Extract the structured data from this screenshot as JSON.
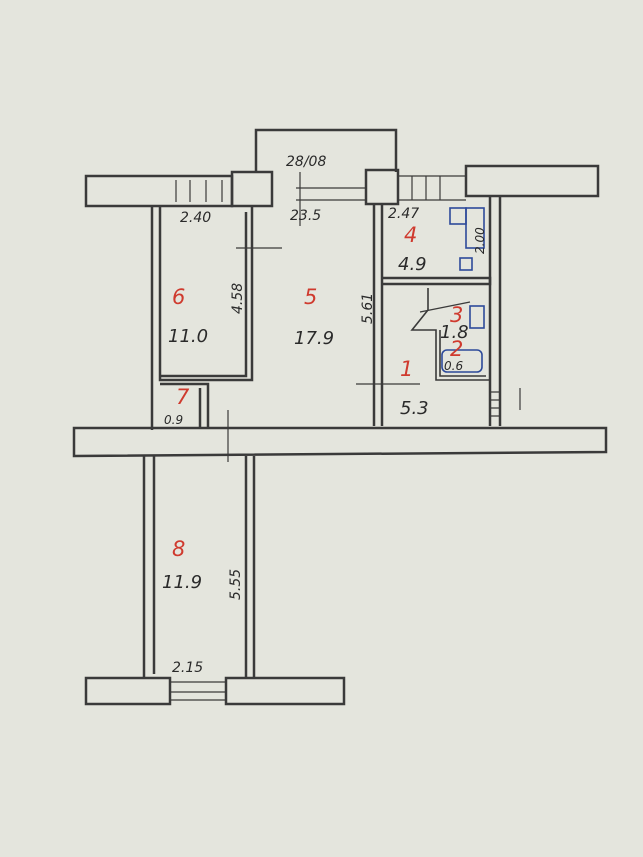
{
  "stamp": "28/08",
  "dims": {
    "room6_width": "2.40",
    "room5_width": "23.5",
    "room6_length": "4.58",
    "room5_length": "5.61",
    "room4_width": "2.47",
    "room4_length": "2.00",
    "room8_length": "5.55",
    "room8_width": "2.15"
  },
  "rooms": [
    {
      "number": "6",
      "area": "11.0"
    },
    {
      "number": "5",
      "area": "17.9"
    },
    {
      "number": "4",
      "area": "4.9"
    },
    {
      "number": "3",
      "area": "1.8"
    },
    {
      "number": "2",
      "area": "0.6"
    },
    {
      "number": "1",
      "area": "5.3"
    },
    {
      "number": "7",
      "area": "0.9"
    },
    {
      "number": "8",
      "area": "11.9"
    }
  ]
}
